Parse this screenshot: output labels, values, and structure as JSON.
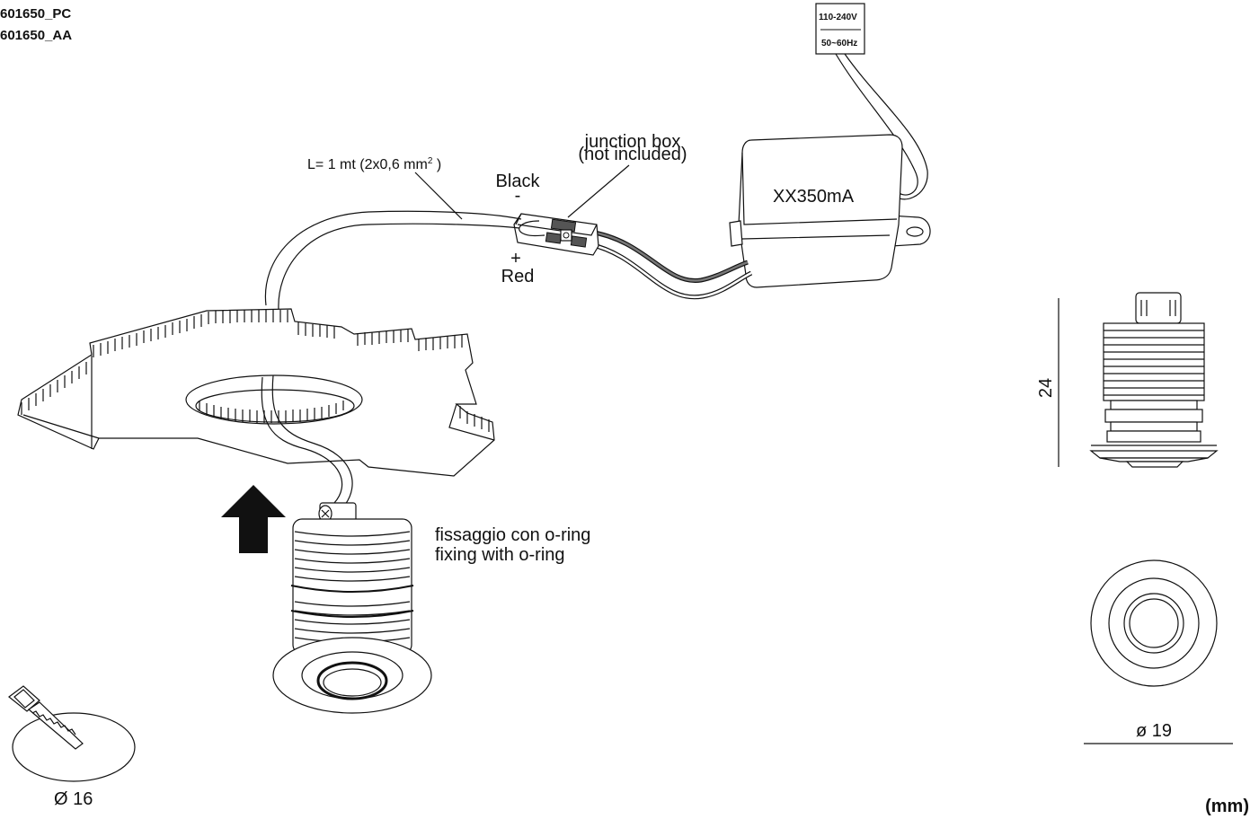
{
  "codes": {
    "line1": "601650_PC",
    "line2": "601650_AA"
  },
  "supply_label": {
    "voltage": "110-240V",
    "frequency": "50~60Hz"
  },
  "cable_label": {
    "length": "L= 1 mt (2x0,6 mm",
    "exponent": "2",
    "close": " )"
  },
  "junction_box": {
    "line1": "junction box",
    "line2": "(not included)"
  },
  "polarity": {
    "black_label": "Black",
    "minus": "-",
    "plus": "+",
    "red_label": "Red"
  },
  "driver_label": "XX350mA",
  "fixing_note": {
    "italian": "fissaggio con o-ring",
    "english": "fixing with o-ring"
  },
  "dimensions": {
    "height": "24",
    "head_diameter": "ø 19",
    "hole_diameter": "Ø 16",
    "unit": "(mm)"
  }
}
